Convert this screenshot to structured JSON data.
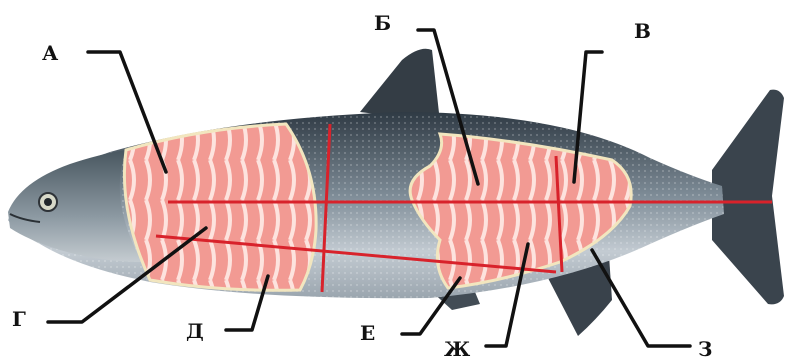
{
  "diagram": {
    "labels": {
      "a": "А",
      "b": "Б",
      "v": "В",
      "g": "Г",
      "d": "Д",
      "e": "Е",
      "zh": "Ж",
      "z": "З"
    },
    "colors": {
      "cut_lines": "#d8222b",
      "leader_lines": "#111111",
      "flesh": "#f4a6a0",
      "flesh_stripe": "#fbe0db",
      "skin_back": "#3e4a55",
      "skin_belly": "#b9c1c8",
      "head": "#5f6f7c",
      "fins": "#39424b"
    }
  }
}
